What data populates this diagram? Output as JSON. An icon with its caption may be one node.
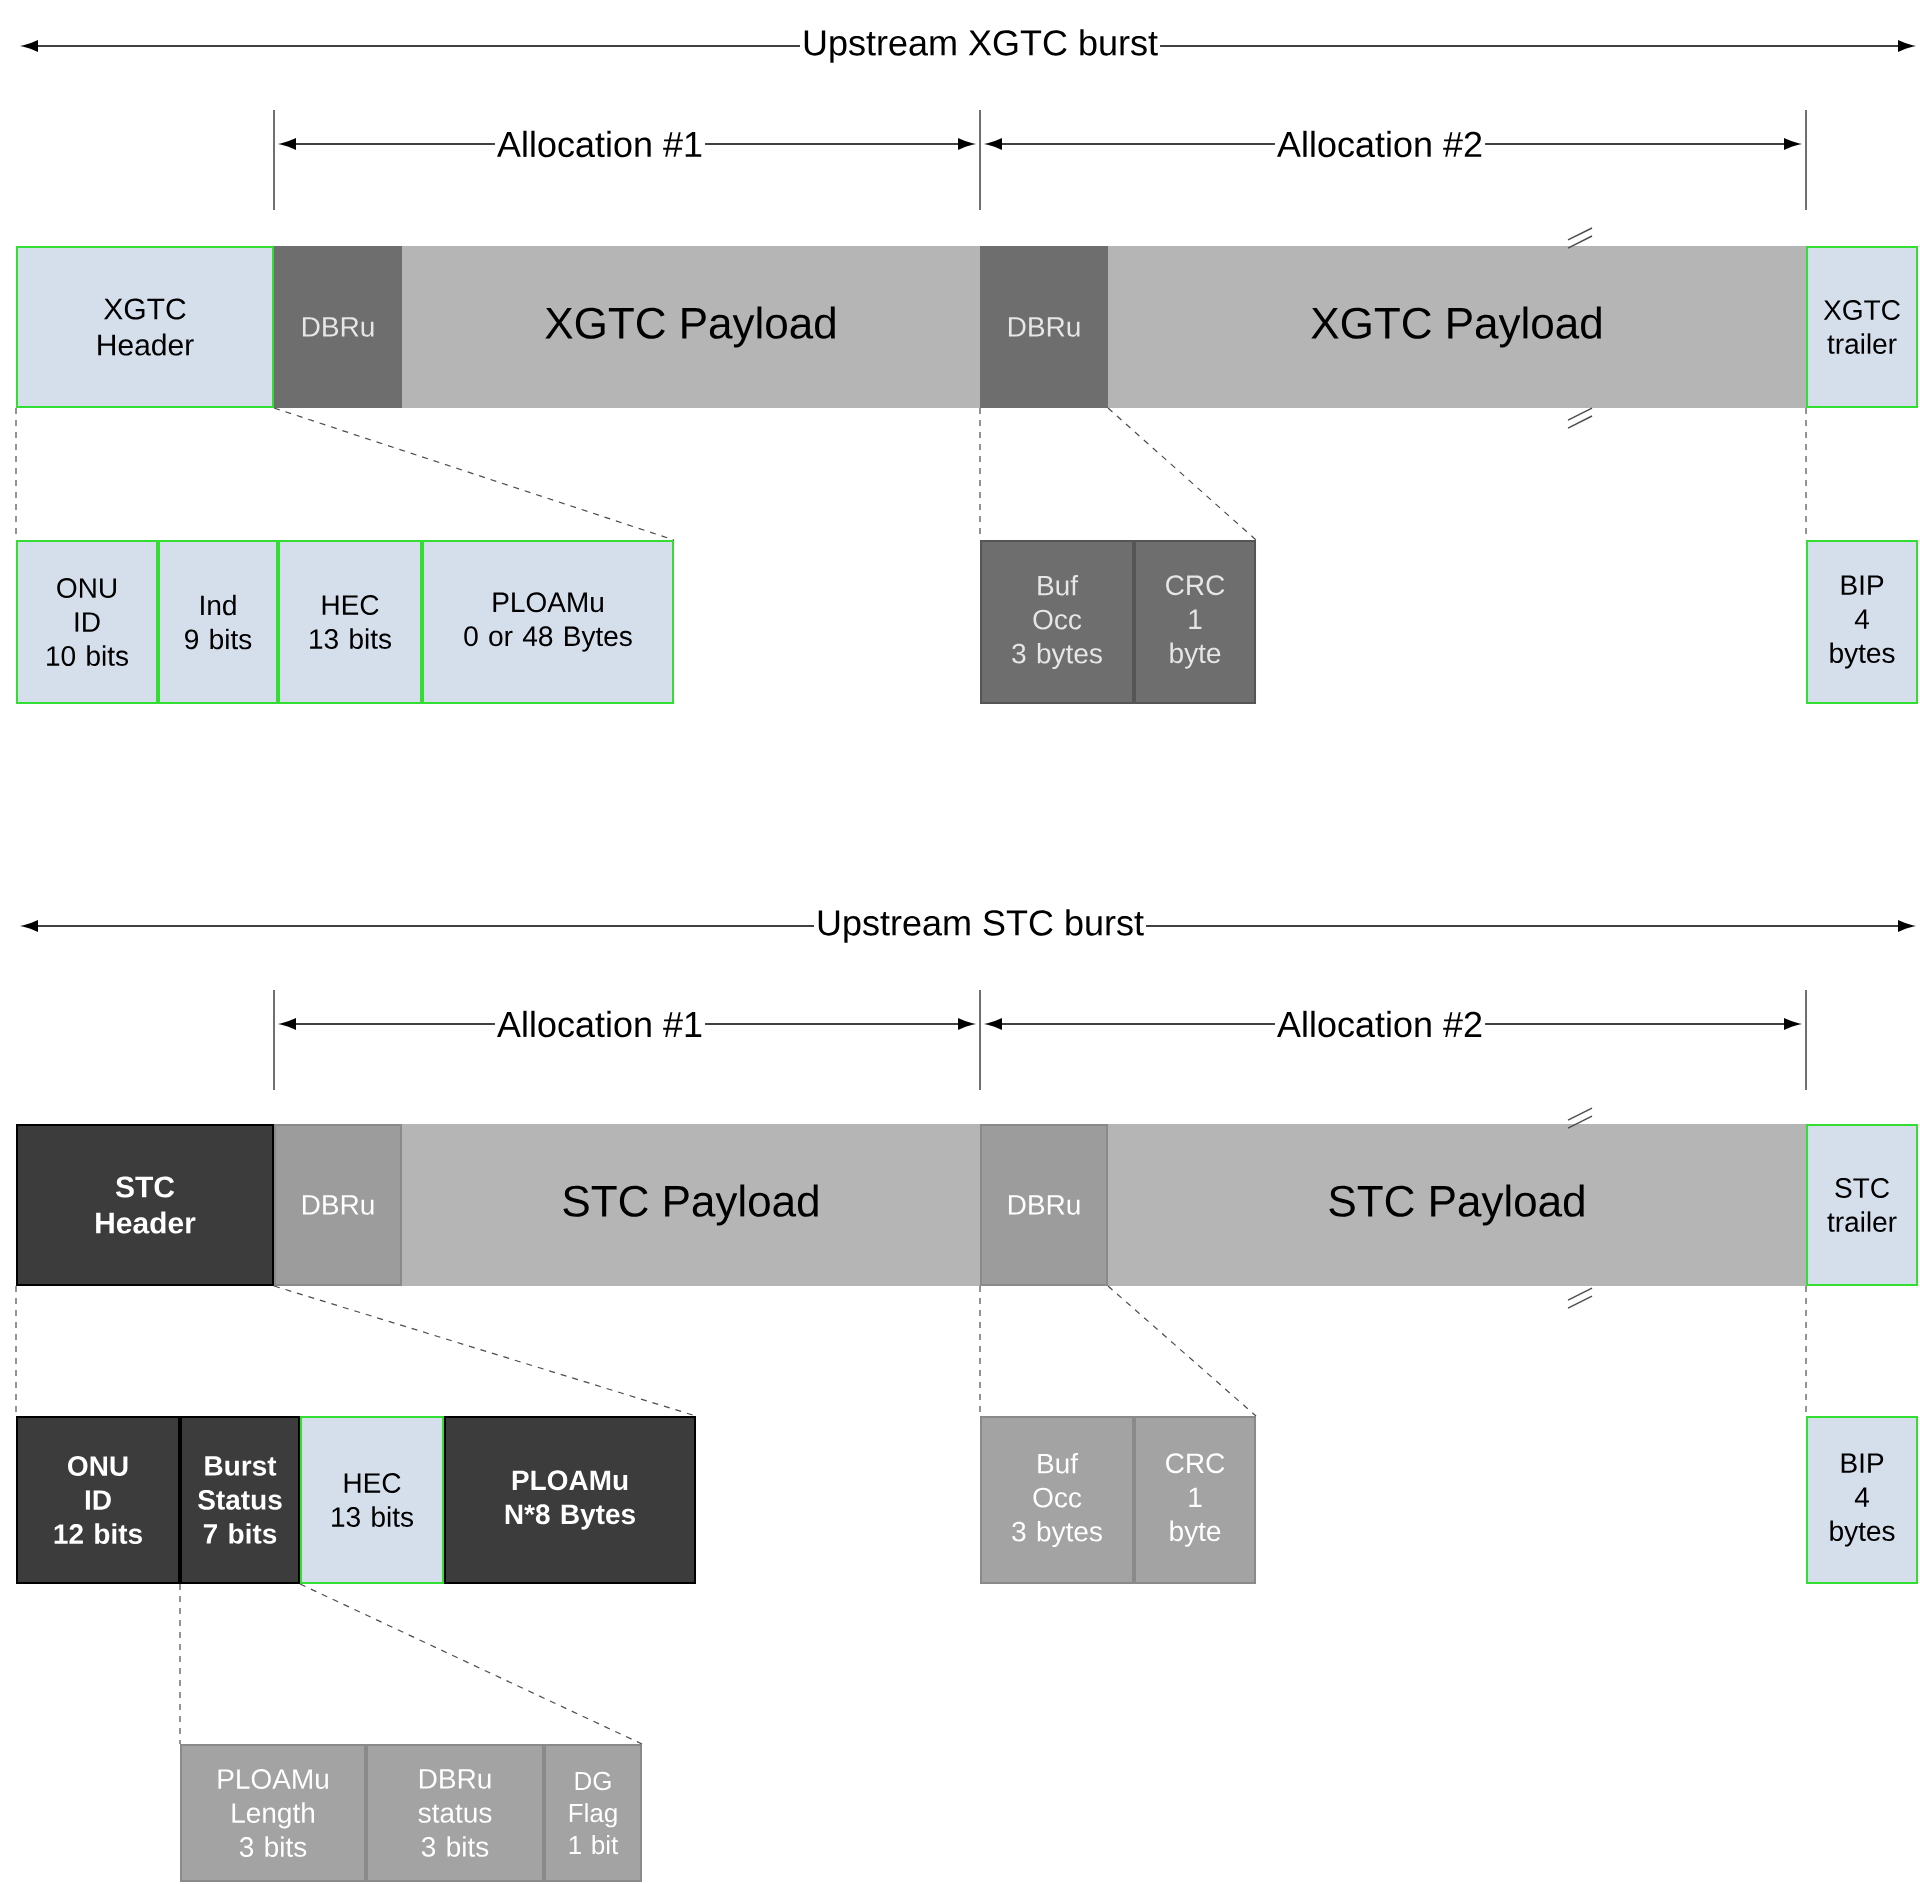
{
  "diagram": {
    "nodes": [
      {
        "text": [
          "XGTC Header"
        ]
      },
      {
        "text": [
          "DBRu"
        ]
      },
      {
        "text": [
          "XGTC Payload"
        ]
      },
      {
        "text": [
          "DBRu"
        ]
      },
      {
        "text": [
          "XGTC Payload"
        ]
      },
      {
        "text": [
          "XGTC trailer"
        ]
      },
      {
        "text": [
          "ONU ID 10 bits"
        ]
      },
      {
        "text": [
          "Ind 9 bits"
        ]
      },
      {
        "text": [
          "HEC 13 bits"
        ]
      },
      {
        "text": [
          "PLOAMu 0 or 48 Bytes"
        ]
      },
      {
        "text": [
          "Buf Occ 3 bytes"
        ]
      },
      {
        "text": [
          "CRC 1 byte"
        ]
      },
      {
        "text": [
          "BIP 4 bytes"
        ]
      },
      {
        "text": [
          "STC Header"
        ]
      },
      {
        "text": [
          "DBRu"
        ]
      },
      {
        "text": [
          "STC Payload"
        ]
      },
      {
        "text": [
          "DBRu"
        ]
      },
      {
        "text": [
          "STC Payload"
        ]
      },
      {
        "text": [
          "STC trailer"
        ]
      },
      {
        "text": [
          "ONU ID 12 bits"
        ]
      },
      {
        "text": [
          "Burst Status 7 bits"
        ]
      },
      {
        "text": [
          "HEC 13 bits"
        ]
      },
      {
        "text": [
          "PLOAMu N*8 Bytes"
        ]
      },
      {
        "text": [
          "Buf Occ 3 bytes"
        ]
      },
      {
        "text": [
          "CRC 1 byte"
        ]
      },
      {
        "text": [
          "BIP 4 bytes"
        ]
      },
      {
        "text": [
          "PLOAMu Length 3 bits"
        ]
      },
      {
        "text": [
          "DBRu status 3 bits"
        ]
      },
      {
        "text": [
          "DG Flag 1 bit"
        ]
      }
    ],
    "edges": [
      {
        "from": 0,
        "to": 6,
        "arrow": "none",
        "style": "dashed"
      },
      {
        "from": 0,
        "to": 9,
        "arrow": "none",
        "style": "dashed"
      },
      {
        "from": 3,
        "to": 10,
        "arrow": "none",
        "style": "dashed"
      },
      {
        "from": 3,
        "to": 11,
        "arrow": "none",
        "style": "dashed"
      },
      {
        "from": 5,
        "to": 12,
        "arrow": "none",
        "style": "dashed"
      },
      {
        "from": 13,
        "to": 19,
        "arrow": "none",
        "style": "dashed"
      },
      {
        "from": 13,
        "to": 22,
        "arrow": "none",
        "style": "dashed"
      },
      {
        "from": 16,
        "to": 23,
        "arrow": "none",
        "style": "dashed"
      },
      {
        "from": 16,
        "to": 24,
        "arrow": "none",
        "style": "dashed"
      },
      {
        "from": 18,
        "to": 25,
        "arrow": "none",
        "style": "dashed"
      },
      {
        "from": 20,
        "to": 26,
        "arrow": "none",
        "style": "dashed"
      },
      {
        "from": 20,
        "to": 28,
        "arrow": "none",
        "style": "dashed"
      }
    ],
    "labels": [
      "Upstream XGTC burst",
      "Allocation #1",
      "Allocation #2",
      "Upstream STC burst",
      "Allocation #1",
      "Allocation #2"
    ]
  }
}
